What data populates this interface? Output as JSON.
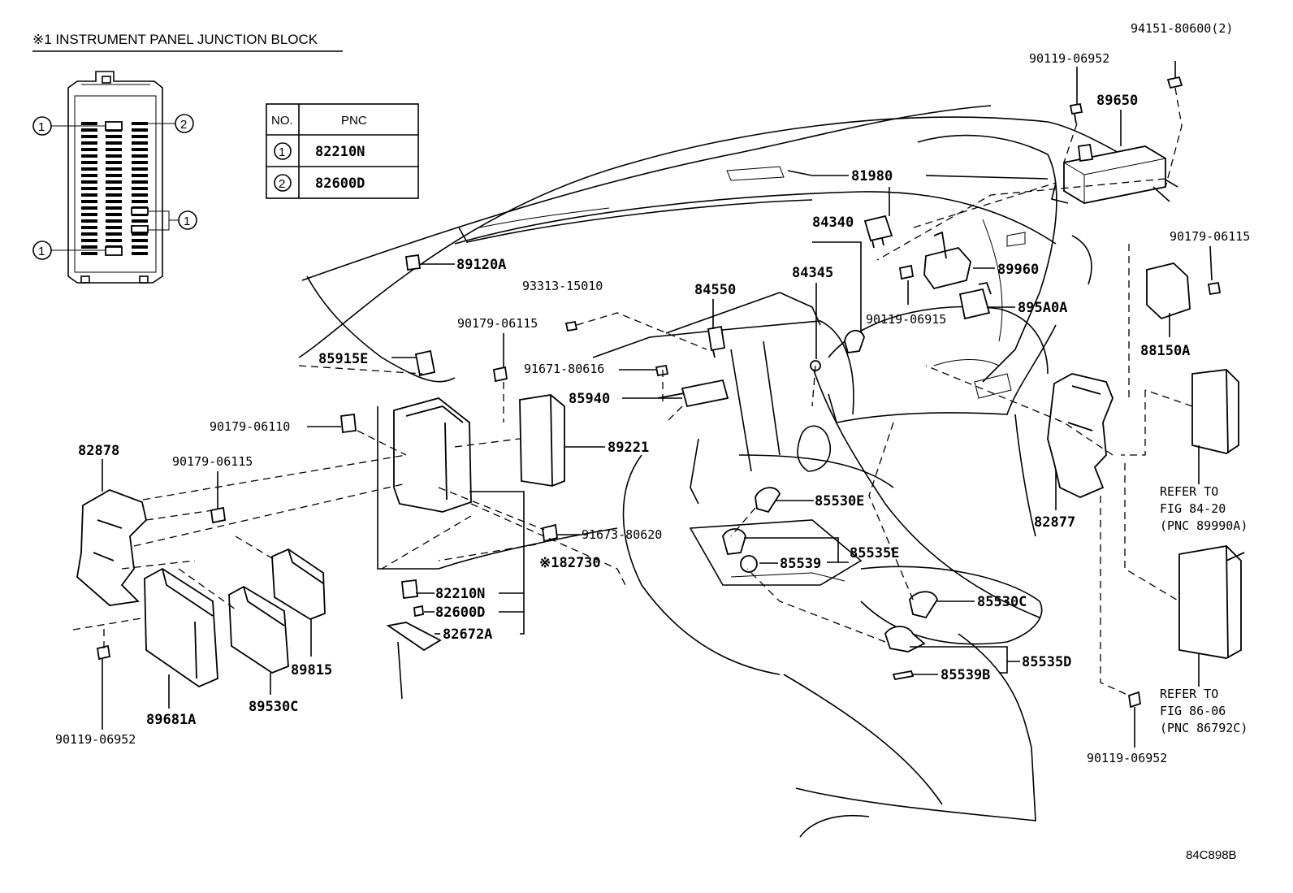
{
  "junction_block": {
    "title": "※1 INSTRUMENT PANEL JUNCTION BLOCK",
    "markers": [
      "1",
      "2",
      "1",
      "1"
    ],
    "table": {
      "headers": [
        "NO.",
        "PNC"
      ],
      "rows": [
        {
          "no": "1",
          "pnc": "82210N"
        },
        {
          "no": "2",
          "pnc": "82600D"
        }
      ]
    }
  },
  "labels": {
    "p94151": "94151-80600(2)",
    "p90119a": "90119-06952",
    "p89650": "89650",
    "p81980": "81980",
    "p84340": "84340",
    "p84345": "84345",
    "p89960": "89960",
    "p90119b": "90119-06915",
    "p895a0a": "895A0A",
    "p90179a": "90179-06115",
    "p88150a": "88150A",
    "p89120a": "89120A",
    "p93313": "93313-15010",
    "p84550": "84550",
    "p90179b": "90179-06115",
    "p85915e": "85915E",
    "p91671": "91671-80616",
    "p85940": "85940",
    "p90179c": "90179-06110",
    "p89221": "89221",
    "p82878": "82878",
    "p90179d": "90179-06115",
    "p85530e": "85530E",
    "p91673": "91673-80620",
    "p182730": "※182730",
    "p85535e": "85535E",
    "p85539": "85539",
    "p82210n": "82210N",
    "p82600d": "82600D",
    "p82672a": "82672A",
    "p85530c": "85530C",
    "p85535d": "85535D",
    "p85539b": "85539B",
    "p89815": "89815",
    "p89530c": "89530C",
    "p89681a": "89681A",
    "p90119c": "90119-06952",
    "p82877": "82877",
    "p90119d": "90119-06952"
  },
  "references": {
    "ref1": {
      "line1": "REFER TO",
      "line2": "FIG 84-20",
      "line3": "(PNC 89990A)"
    },
    "ref2": {
      "line1": "REFER TO",
      "line2": "FIG 86-06",
      "line3": "(PNC 86792C)"
    }
  },
  "diagram_code": "84C898B"
}
